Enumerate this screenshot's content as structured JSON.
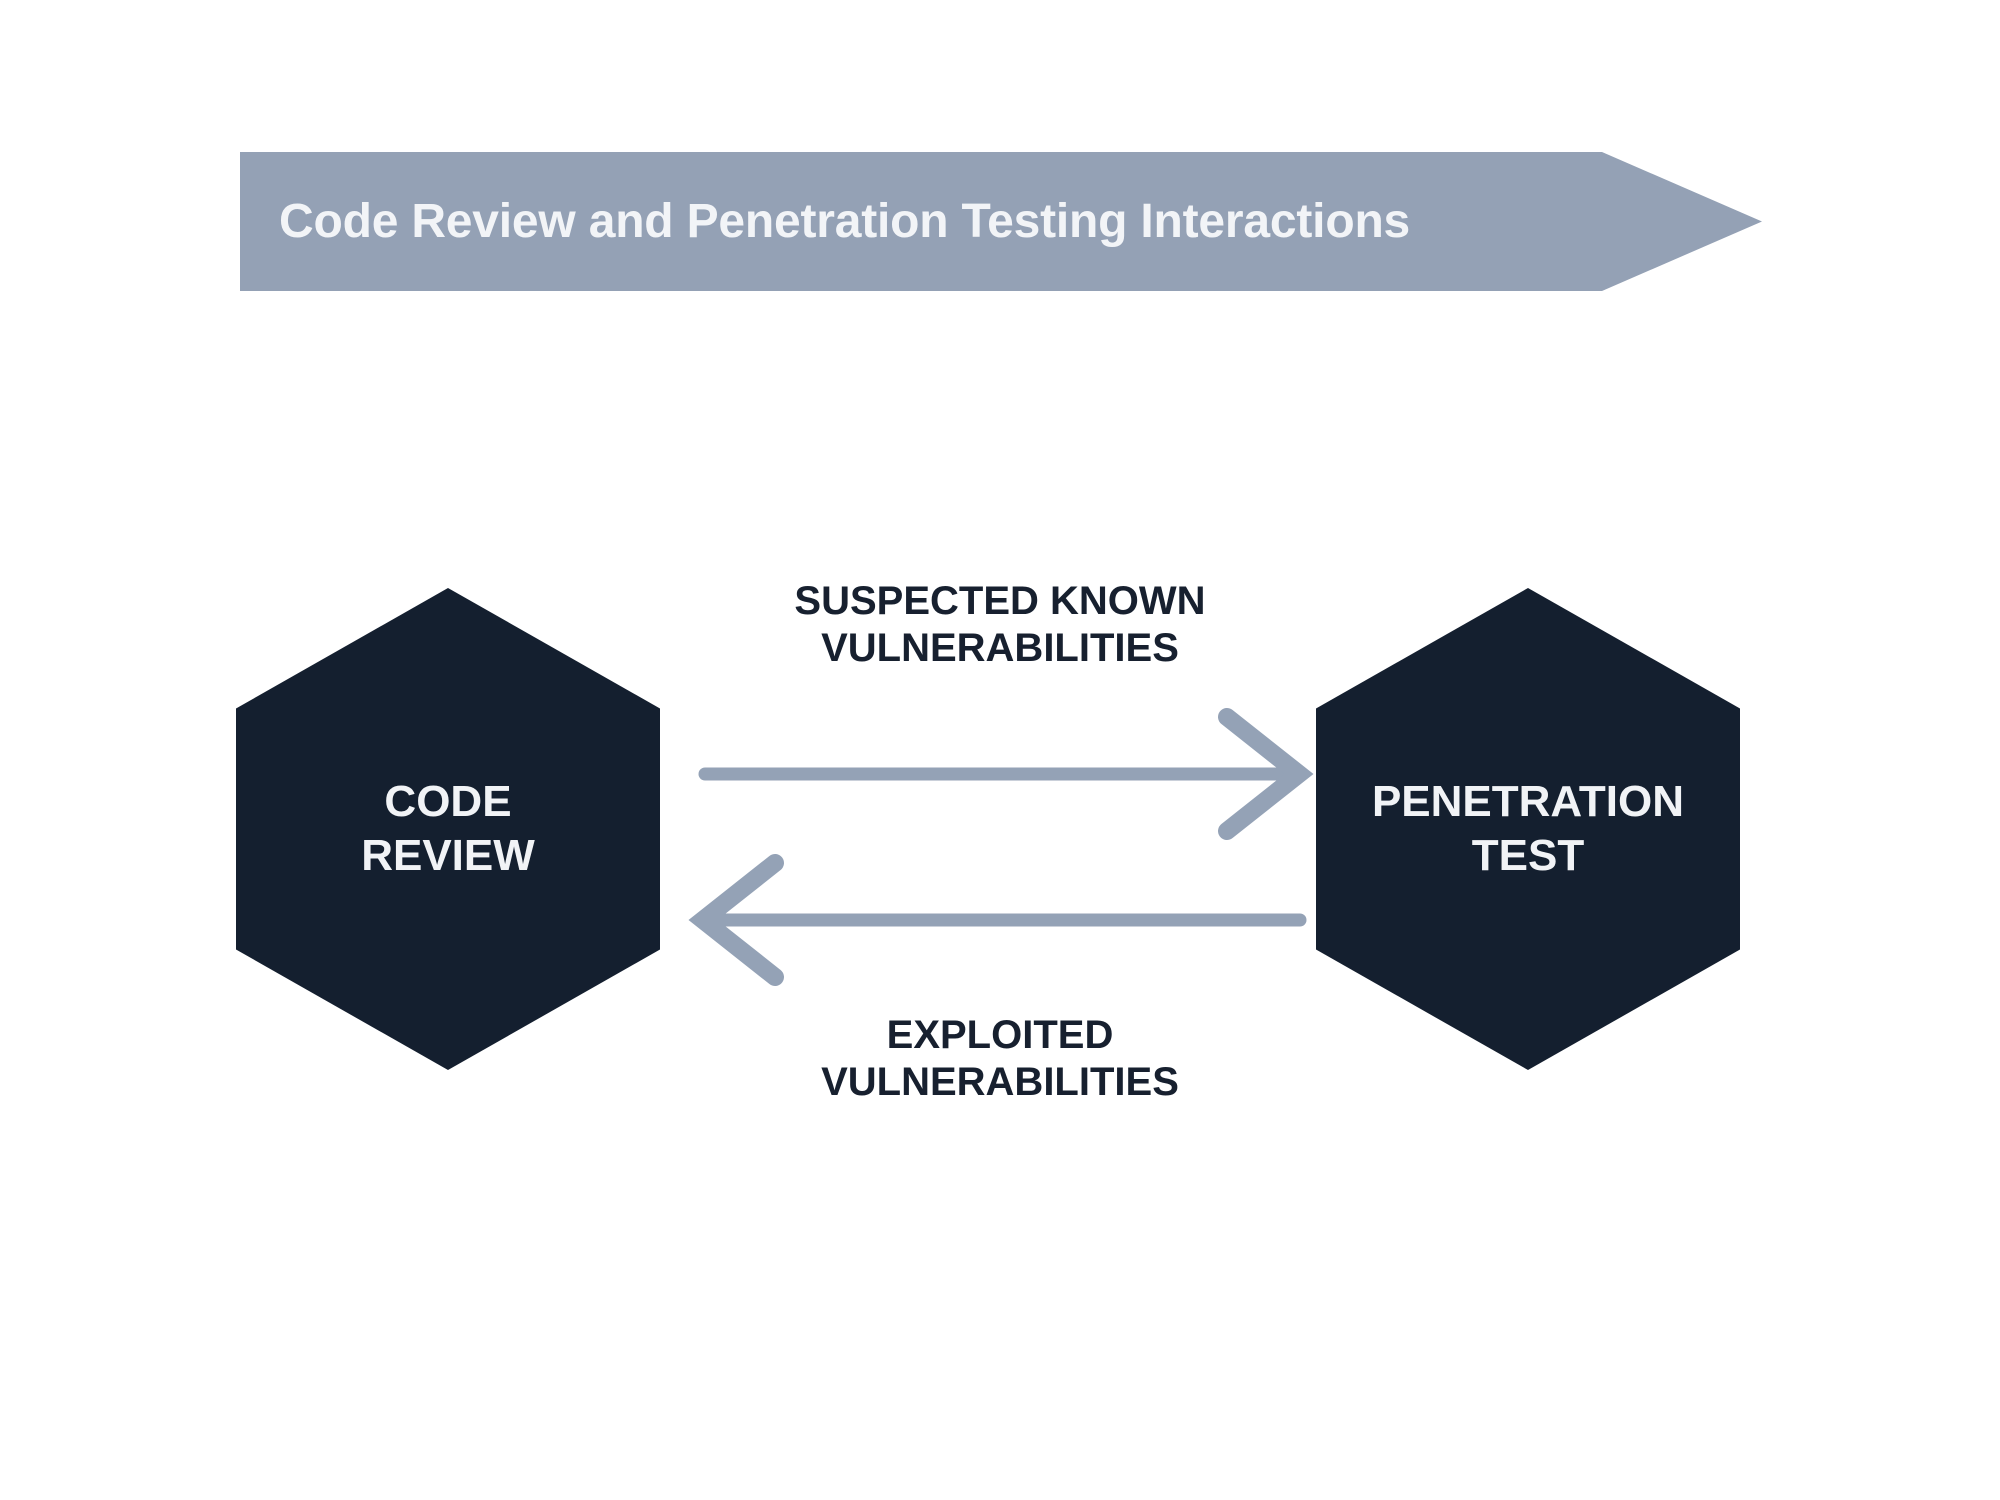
{
  "diagram": {
    "banner": {
      "title": "Code Review and Penetration Testing Interactions",
      "fill_color": "#94a1b5",
      "text_color": "#f2f4f7"
    },
    "nodes": [
      {
        "id": "code-review",
        "label_line1": "CODE",
        "label_line2": "REVIEW",
        "shape": "hexagon",
        "fill_color": "#141f2f",
        "text_color": "#f1f3f6"
      },
      {
        "id": "penetration-test",
        "label_line1": "PENETRATION",
        "label_line2": "TEST",
        "shape": "hexagon",
        "fill_color": "#141f2f",
        "text_color": "#f1f3f6"
      }
    ],
    "connectors": [
      {
        "id": "forward-flow",
        "direction": "right",
        "from": "code-review",
        "to": "penetration-test",
        "label_line1": "SUSPECTED KNOWN",
        "label_line2": "VULNERABILITIES",
        "color": "#94a2b6",
        "label_color": "#17202f"
      },
      {
        "id": "return-flow",
        "direction": "left",
        "from": "penetration-test",
        "to": "code-review",
        "label_line1": "EXPLOITED",
        "label_line2": "VULNERABILITIES",
        "color": "#94a2b6",
        "label_color": "#17202f"
      }
    ],
    "background_color": "#ffffff"
  }
}
